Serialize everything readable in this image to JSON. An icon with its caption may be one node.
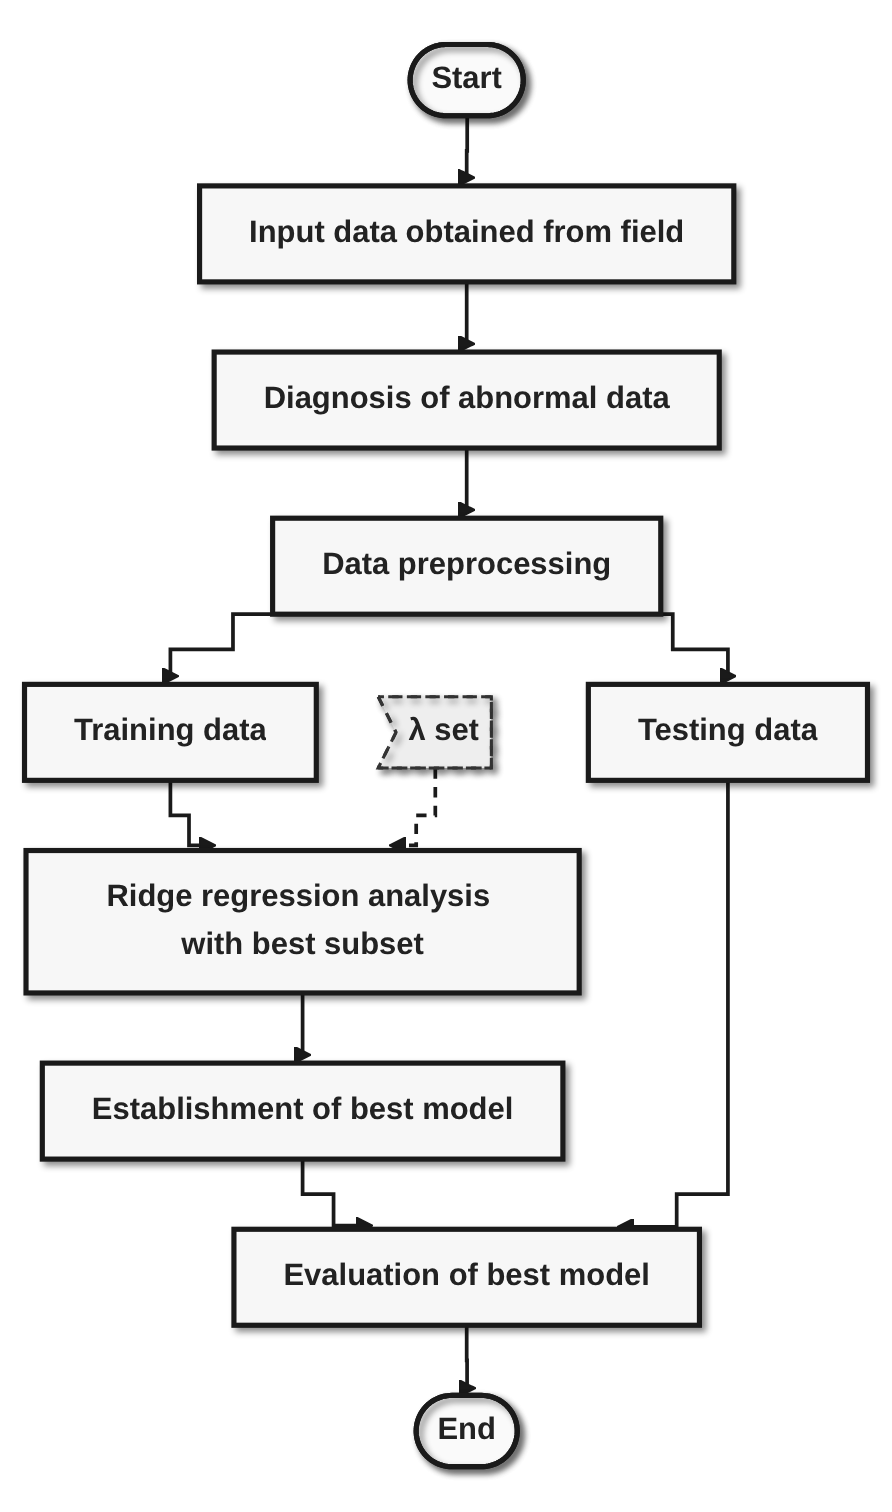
{
  "diagram": {
    "nodes": [
      {
        "text": [
          "Start"
        ]
      },
      {
        "text": [
          "Input data obtained from field"
        ]
      },
      {
        "text": [
          "Diagnosis of abnormal data"
        ]
      },
      {
        "text": [
          "Data preprocessing"
        ]
      },
      {
        "text": [
          "Training data"
        ]
      },
      {
        "text": [
          "Testing data"
        ]
      },
      {
        "text": [
          "λ set"
        ]
      },
      {
        "text": [
          "Ridge regression analysis with best subset"
        ]
      },
      {
        "text": [
          "Establishment of best model"
        ]
      },
      {
        "text": [
          "Evaluation of best model"
        ]
      },
      {
        "text": [
          "End"
        ]
      }
    ],
    "edges": [
      {
        "from": 0,
        "to": 1,
        "arrow": "to"
      },
      {
        "from": 1,
        "to": 2,
        "arrow": "to"
      },
      {
        "from": 2,
        "to": 3,
        "arrow": "to"
      },
      {
        "from": 3,
        "to": 4,
        "arrow": "to"
      },
      {
        "from": 3,
        "to": 5,
        "arrow": "to"
      },
      {
        "from": 4,
        "to": 7,
        "arrow": "to"
      },
      {
        "from": 6,
        "to": 7,
        "arrow": "to",
        "style": "dashed"
      },
      {
        "from": 7,
        "to": 8,
        "arrow": "to"
      },
      {
        "from": 8,
        "to": 9,
        "arrow": "to"
      },
      {
        "from": 5,
        "to": 9,
        "arrow": "to"
      },
      {
        "from": 9,
        "to": 10,
        "arrow": "to"
      }
    ]
  }
}
